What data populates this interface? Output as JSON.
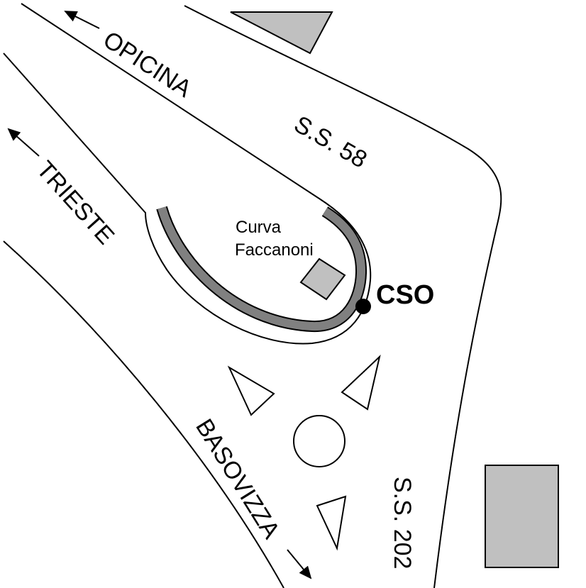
{
  "labels": {
    "opicina": "OPICINA",
    "trieste": "TRIESTE",
    "basovizza": "BASOVIZZA",
    "ss58": "S.S. 58",
    "ss202": "S.S. 202",
    "curva_line1": "Curva",
    "curva_line2": "Faccanoni",
    "cso": "CSO"
  },
  "colors": {
    "building": "#c0c0c0",
    "track": "#808080",
    "line": "#000000"
  }
}
